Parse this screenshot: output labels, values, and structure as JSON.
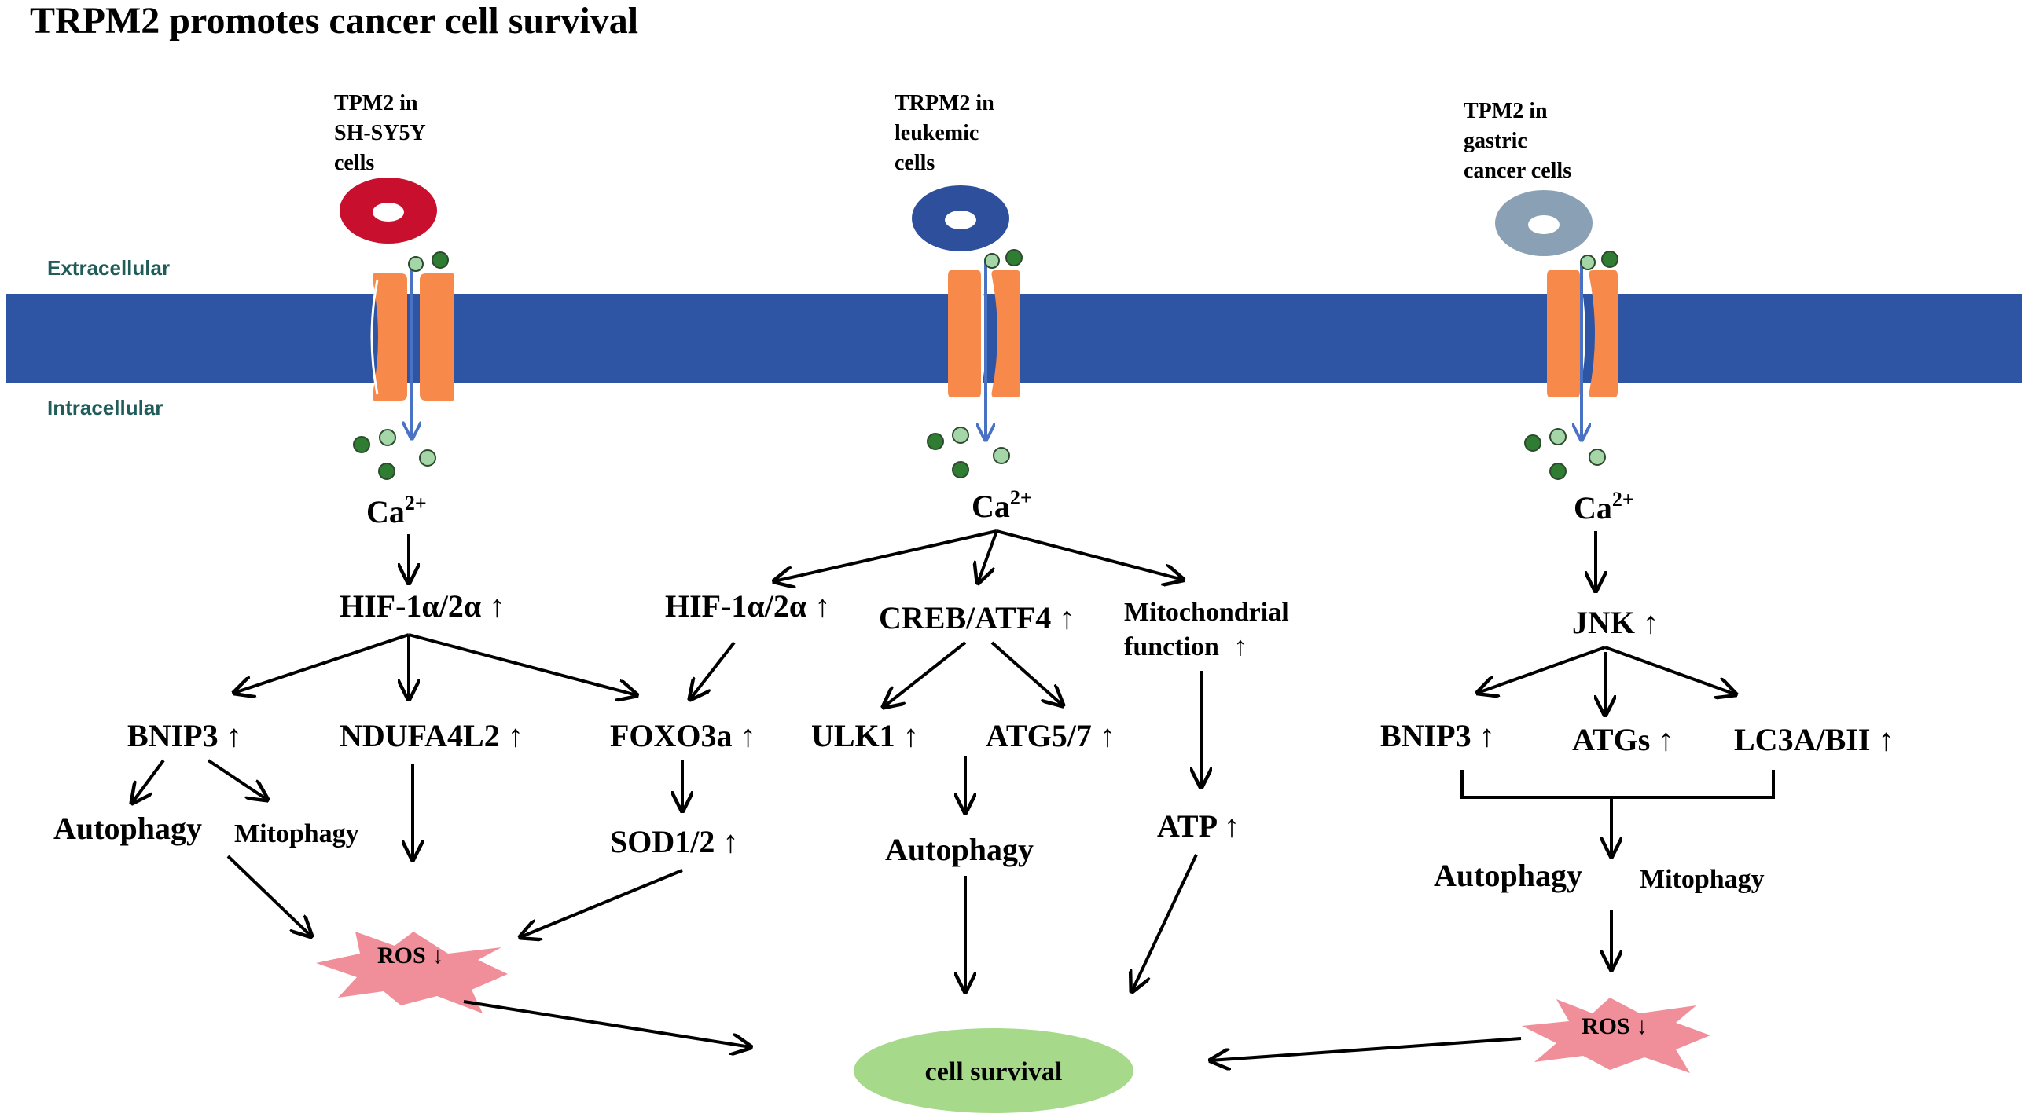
{
  "title": "TRPM2 promotes cancer cell survival",
  "labels": {
    "extracellular": "Extracellular",
    "intracellular": "Intracellular"
  },
  "colors": {
    "membrane": "#2e55a3",
    "channel": "#f7894a",
    "influx_arrow": "#4a72c4",
    "ca_dark": "#2e7d32",
    "ca_light": "#a5d6a7",
    "channel_sh": "#c8102e",
    "channel_leuk": "#2e4f9c",
    "channel_gastric": "#8aa0b4",
    "ros": "#f08f9a",
    "survival": "#a7d98a"
  },
  "left": {
    "caption_lines": [
      "TPM2 in",
      "SH-SY5Y",
      "cells"
    ],
    "ca": "Ca",
    "ca_sup": "2+",
    "hif": "HIF-1α/2α",
    "bnip3": "BNIP3",
    "ndufa": "NDUFA4L2",
    "foxo": "FOXO3a",
    "sod": "SOD1/2",
    "autophagy": "Autophagy",
    "mitophagy": "Mitophagy",
    "ros": "ROS"
  },
  "middle": {
    "caption_lines": [
      "TRPM2 in",
      "leukemic",
      "cells"
    ],
    "ca": "Ca",
    "ca_sup": "2+",
    "hif": "HIF-1α/2α",
    "creb": "CREB/ATF4",
    "mito_lines": [
      "Mitochondrial",
      "function"
    ],
    "ulk1": "ULK1",
    "atg57": "ATG5/7",
    "autophagy": "Autophagy",
    "atp": "ATP",
    "survival": "cell survival"
  },
  "right": {
    "caption_lines": [
      "TPM2 in",
      "gastric",
      "cancer cells"
    ],
    "ca": "Ca",
    "ca_sup": "2+",
    "jnk": "JNK",
    "bnip3": "BNIP3",
    "atgs": "ATGs",
    "lc3": "LC3A/BII",
    "autophagy": "Autophagy",
    "mitophagy": "Mitophagy",
    "ros": "ROS"
  },
  "symbols": {
    "up": "↑",
    "down": "↓"
  }
}
